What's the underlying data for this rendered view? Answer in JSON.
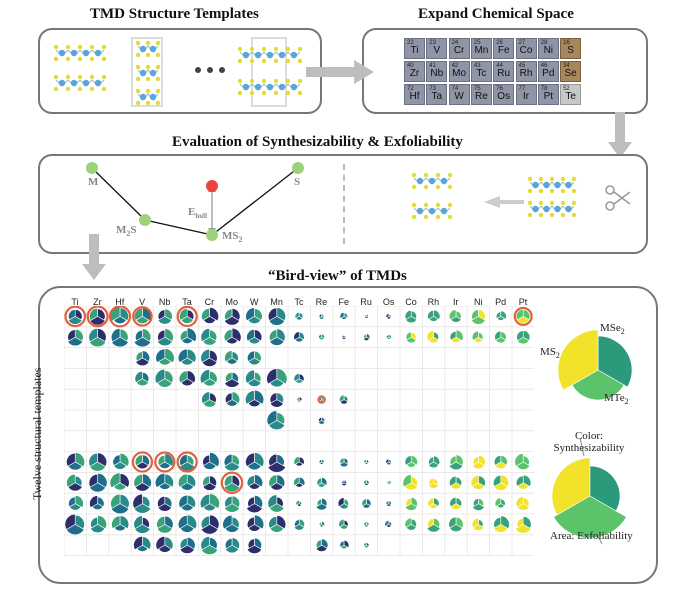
{
  "titles": {
    "templates": "TMD Structure Templates",
    "expand": "Expand Chemical Space",
    "evaluation": "Evaluation of Synthesizability & Exfoliability",
    "birdview": "“Bird-view” of TMDs"
  },
  "periodic_table": [
    {
      "z": "22",
      "s": "Ti",
      "type": "metal"
    },
    {
      "z": "23",
      "s": "V",
      "type": "metal"
    },
    {
      "z": "24",
      "s": "Cr",
      "type": "metal"
    },
    {
      "z": "25",
      "s": "Mn",
      "type": "metal"
    },
    {
      "z": "26",
      "s": "Fe",
      "type": "metal"
    },
    {
      "z": "27",
      "s": "Co",
      "type": "metal"
    },
    {
      "z": "28",
      "s": "Ni",
      "type": "metal"
    },
    {
      "z": "16",
      "s": "S",
      "type": "chal"
    },
    {
      "z": "40",
      "s": "Zr",
      "type": "metal"
    },
    {
      "z": "41",
      "s": "Nb",
      "type": "metal"
    },
    {
      "z": "42",
      "s": "Mo",
      "type": "metal"
    },
    {
      "z": "43",
      "s": "Tc",
      "type": "metal"
    },
    {
      "z": "44",
      "s": "Ru",
      "type": "metal"
    },
    {
      "z": "45",
      "s": "Rh",
      "type": "metal"
    },
    {
      "z": "46",
      "s": "Pd",
      "type": "metal"
    },
    {
      "z": "34",
      "s": "Se",
      "type": "chal"
    },
    {
      "z": "72",
      "s": "Hf",
      "type": "metal"
    },
    {
      "z": "73",
      "s": "Ta",
      "type": "metal"
    },
    {
      "z": "74",
      "s": "W",
      "type": "metal"
    },
    {
      "z": "75",
      "s": "Re",
      "type": "metal"
    },
    {
      "z": "76",
      "s": "Os",
      "type": "metal"
    },
    {
      "z": "77",
      "s": "Ir",
      "type": "metal"
    },
    {
      "z": "78",
      "s": "Pt",
      "type": "metal"
    },
    {
      "z": "52",
      "s": "Te",
      "type": "te"
    }
  ],
  "hull": {
    "m": "M",
    "s": "S",
    "m2s": "M",
    "m2s_sub": "2",
    "m2s_tail": "S",
    "ms2": "MS",
    "ms2_sub": "2",
    "ehull": "E",
    "ehull_sub": "hull"
  },
  "grid": {
    "columns": [
      "Ti",
      "Zr",
      "Hf",
      "V",
      "Nb",
      "Ta",
      "Cr",
      "Mo",
      "W",
      "Mn",
      "Tc",
      "Re",
      "Fe",
      "Ru",
      "Os",
      "Co",
      "Rh",
      "Ir",
      "Ni",
      "Pd",
      "Pt"
    ],
    "row_label": "Twelve structural templates"
  },
  "legend": {
    "mse2_a": "MSe",
    "mse2_b": "2",
    "ms2_a": "MS",
    "ms2_b": "2",
    "mte2_a": "MTe",
    "mte2_b": "2",
    "color_a": "Color:",
    "color_b": "Synthesizability",
    "area": "Area: Exfoliability"
  },
  "colors": {
    "border": "#777777",
    "arrow": "#bdbdbd",
    "node": "#9bd27a",
    "red": "#e8453c",
    "teal": "#2a8a8a",
    "navy": "#2c2f6b",
    "green": "#5bc46a",
    "yellow": "#f2e22a"
  }
}
